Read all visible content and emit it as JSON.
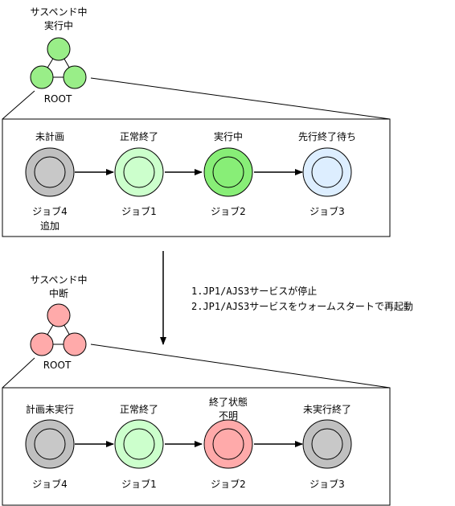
{
  "top": {
    "root_status_line1": "サスペンド中",
    "root_status_line2": "実行中",
    "root_label": "ROOT",
    "root_fill": "#99ee88",
    "jobs": [
      {
        "status": "未計画",
        "status2": "",
        "name": "ジョブ4",
        "name2": "追加",
        "fill": "#c0c0c0",
        "inner": "#c8c8c8"
      },
      {
        "status": "正常終了",
        "status2": "",
        "name": "ジョブ1",
        "name2": "",
        "fill": "#ccffcc",
        "inner": "#ccffcc"
      },
      {
        "status": "実行中",
        "status2": "",
        "name": "ジョブ2",
        "name2": "",
        "fill": "#88ee77",
        "inner": "#88ee77"
      },
      {
        "status": "先行終了待ち",
        "status2": "",
        "name": "ジョブ3",
        "name2": "",
        "fill": "#ddeeff",
        "inner": "#ddeeff"
      }
    ]
  },
  "notes": [
    "1.JP1/AJS3サービスが停止",
    "2.JP1/AJS3サービスをウォームスタートで再起動"
  ],
  "bottom": {
    "root_status_line1": "サスペンド中",
    "root_status_line2": "中断",
    "root_label": "ROOT",
    "root_fill": "#ffaaaa",
    "jobs": [
      {
        "status": "計画未実行",
        "status2": "",
        "name": "ジョブ4",
        "name2": "",
        "fill": "#c0c0c0",
        "inner": "#c8c8c8"
      },
      {
        "status": "正常終了",
        "status2": "",
        "name": "ジョブ1",
        "name2": "",
        "fill": "#ccffcc",
        "inner": "#ccffcc"
      },
      {
        "status": "終了状態",
        "status2": "不明",
        "name": "ジョブ2",
        "name2": "",
        "fill": "#ffaaaa",
        "inner": "#ffaaaa"
      },
      {
        "status": "未実行終了",
        "status2": "",
        "name": "ジョブ3",
        "name2": "",
        "fill": "#c0c0c0",
        "inner": "#c8c8c8"
      }
    ]
  }
}
